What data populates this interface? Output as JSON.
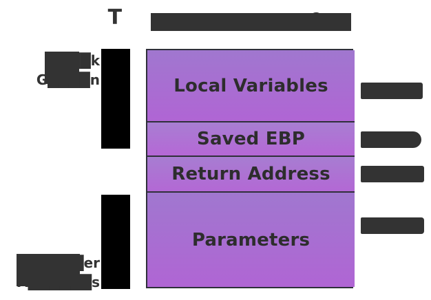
{
  "diagram": {
    "title": {
      "visible_text": "T██████████████████e",
      "redacted": true,
      "first_char": "T",
      "last_char": "e"
    },
    "background_color": "#ffffff",
    "accent_color": "#b065d4",
    "border_color": "#2f2f3a",
    "text_color": "#2d2d2d",
    "redaction_color": "#333333",
    "bar_color": "#000000"
  },
  "stack_frame": {
    "segments": [
      {
        "label": "Local Variables",
        "fill_top": "#a077cf",
        "fill_bottom": "#b065d4"
      },
      {
        "label": "Saved EBP",
        "fill_top": "#a87ed2",
        "fill_bottom": "#b568d6"
      },
      {
        "label": "Return Address",
        "fill_top": "#a77dd1",
        "fill_bottom": "#b368d5"
      },
      {
        "label": "Parameters",
        "fill_top": "#a077cf",
        "fill_bottom": "#b065d4"
      }
    ]
  },
  "left_annotations": [
    {
      "name": "stack-grows-down",
      "line1": "████k",
      "line2": "G████n",
      "redacted": true
    },
    {
      "name": "higher-addresses",
      "line1": "██████er",
      "line2": "A██████s",
      "redacted": true
    }
  ],
  "right_annotations": [
    {
      "name": "annotation-local-variables",
      "text": "████████",
      "redacted": true
    },
    {
      "name": "annotation-saved-ebp",
      "text": "████████",
      "redacted": true
    },
    {
      "name": "annotation-return-address",
      "text": "████████",
      "redacted": true
    },
    {
      "name": "annotation-parameters",
      "text": "████████",
      "redacted": true
    }
  ]
}
